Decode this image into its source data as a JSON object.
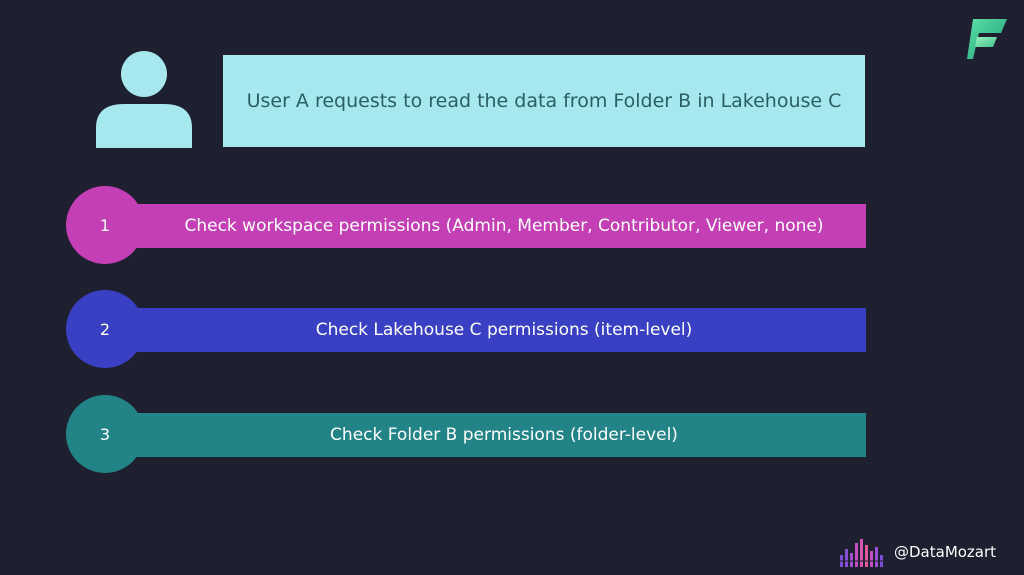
{
  "request": {
    "text": "User A requests to read the data from Folder B in Lakehouse C"
  },
  "steps": [
    {
      "number": "1",
      "label": "Check workspace permissions (Admin, Member, Contributor, Viewer, none)",
      "color": "#c43fb6"
    },
    {
      "number": "2",
      "label": "Check Lakehouse C permissions (item-level)",
      "color": "#3a40c4"
    },
    {
      "number": "3",
      "label": "Check Folder B permissions (folder-level)",
      "color": "#228487"
    }
  ],
  "branding": {
    "handle": "@DataMozart"
  },
  "icons": {
    "user": "user-icon",
    "fabric": "fabric-logo-icon",
    "brand": "datamozart-logo-icon"
  },
  "colors": {
    "background": "#1e1f2f",
    "request_box": "#a6e8ee",
    "request_text": "#2b5f66"
  }
}
